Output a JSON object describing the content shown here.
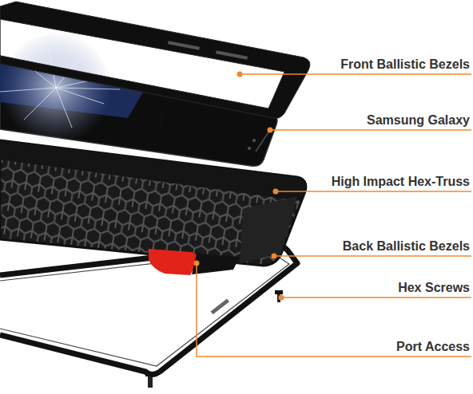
{
  "diagram": {
    "labels": [
      "Front Ballistic Bezels",
      "Samsung Galaxy",
      "High Impact Hex-Truss",
      "Back Ballistic Bezels",
      "Hex Screws",
      "Port Access"
    ]
  }
}
